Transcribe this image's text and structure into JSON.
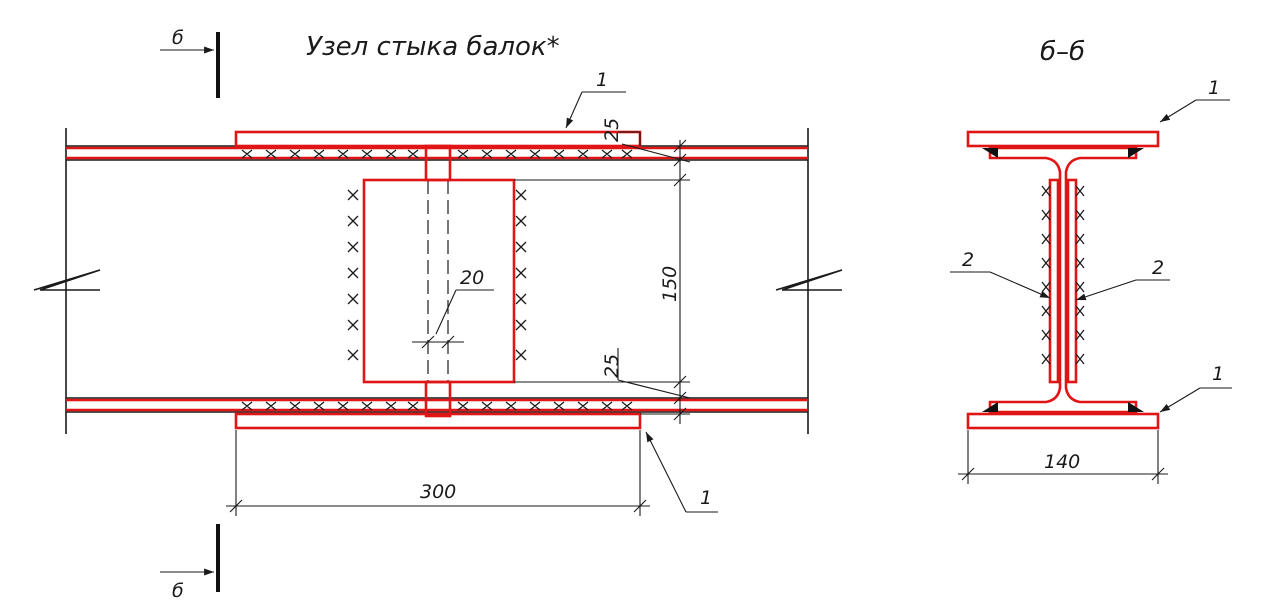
{
  "title": "Узел стыка балок*",
  "section_title": "б–б",
  "section_marks": {
    "top": "б",
    "bottom": "б"
  },
  "callouts": {
    "plate": "1",
    "lining": "2"
  },
  "dimensions": {
    "plate_length": "300",
    "lining_height": "150",
    "flange_gap": "25",
    "joint_gap": "20",
    "flange_width": "140"
  },
  "colors": {
    "part_outline": "#e01515",
    "ink": "#1a1a1a"
  }
}
